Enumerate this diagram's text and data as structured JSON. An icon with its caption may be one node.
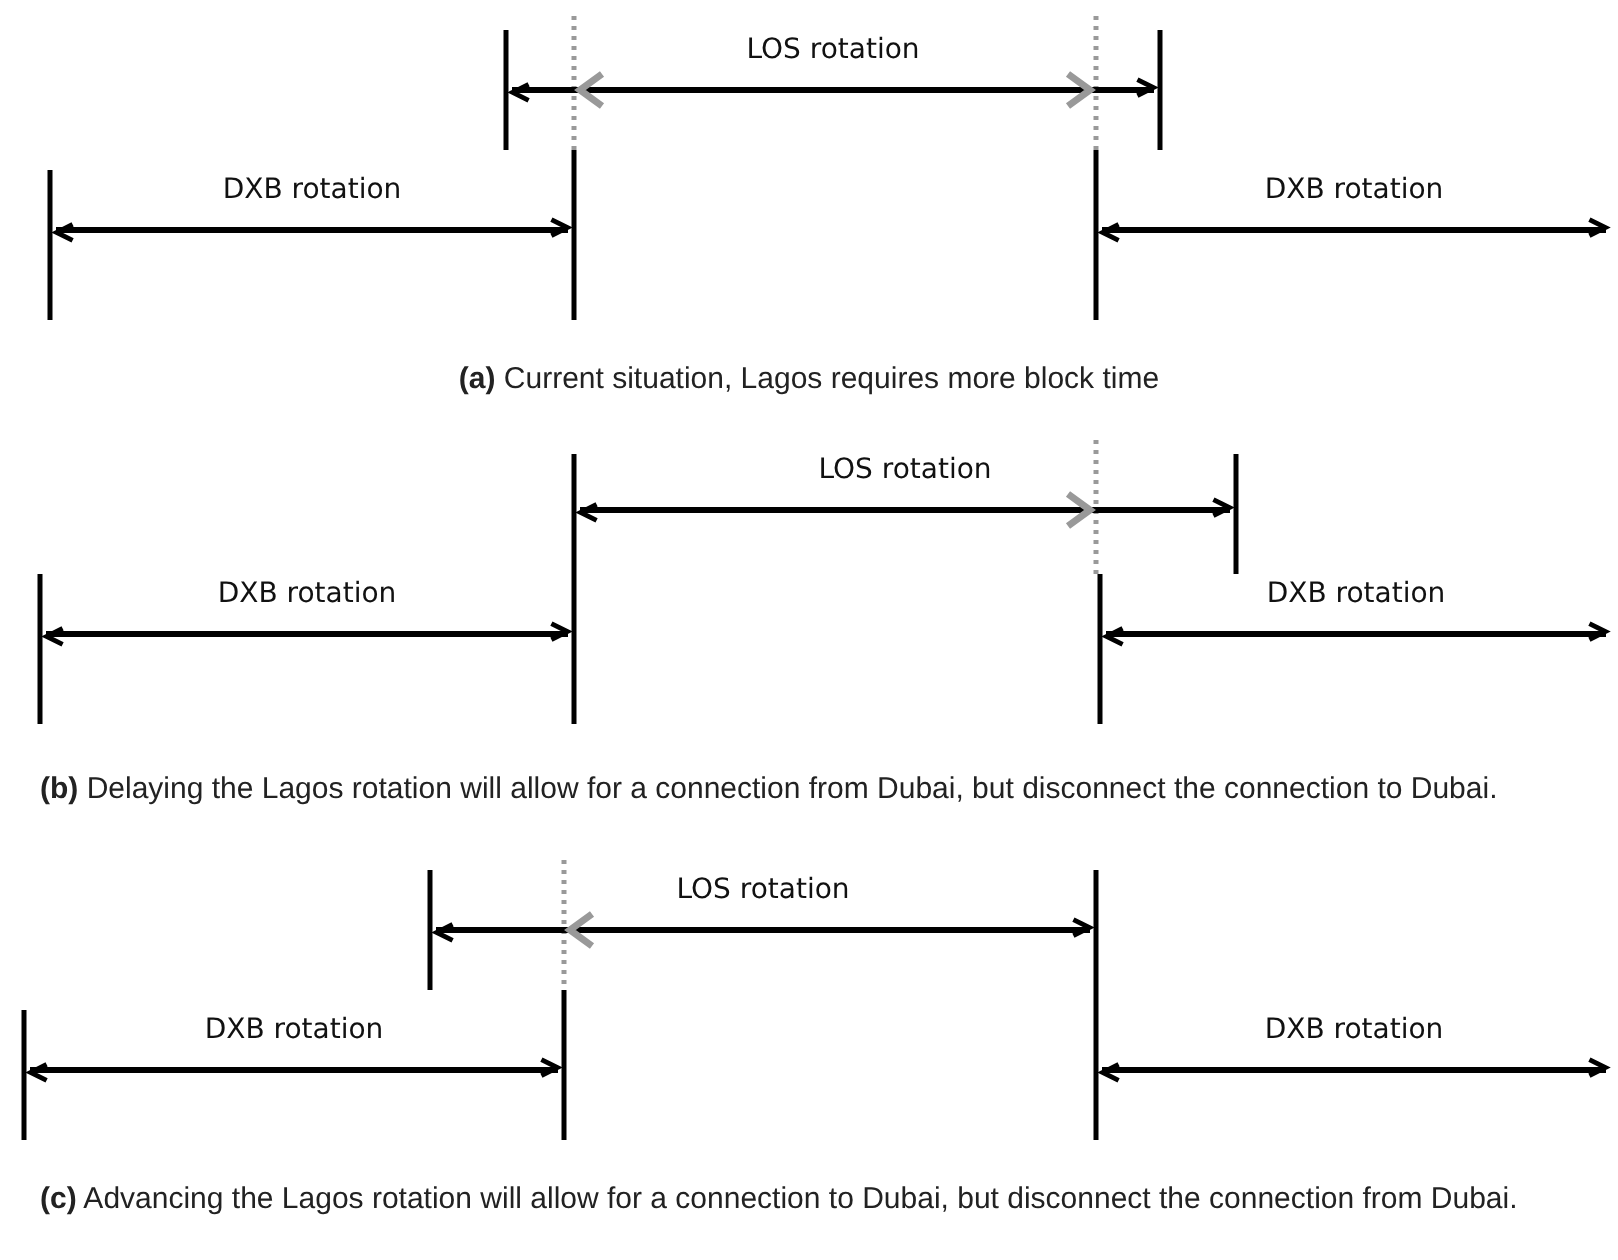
{
  "diagram": {
    "labels": [
      "LOS rotation",
      "DXB rotation",
      "DXB rotation",
      "**(a)** Current situation, Lagos requires more block time",
      "LOS rotation",
      "DXB rotation",
      "DXB rotation",
      "**(b)** Delaying the Lagos rotation will allow for a connection from Dubai, but disconnect the connection to Dubai.",
      "LOS rotation",
      "DXB rotation",
      "DXB rotation",
      "**(c)** Advancing the Lagos rotation will allow for a connection to Dubai, but disconnect the connection from Dubai."
    ]
  }
}
